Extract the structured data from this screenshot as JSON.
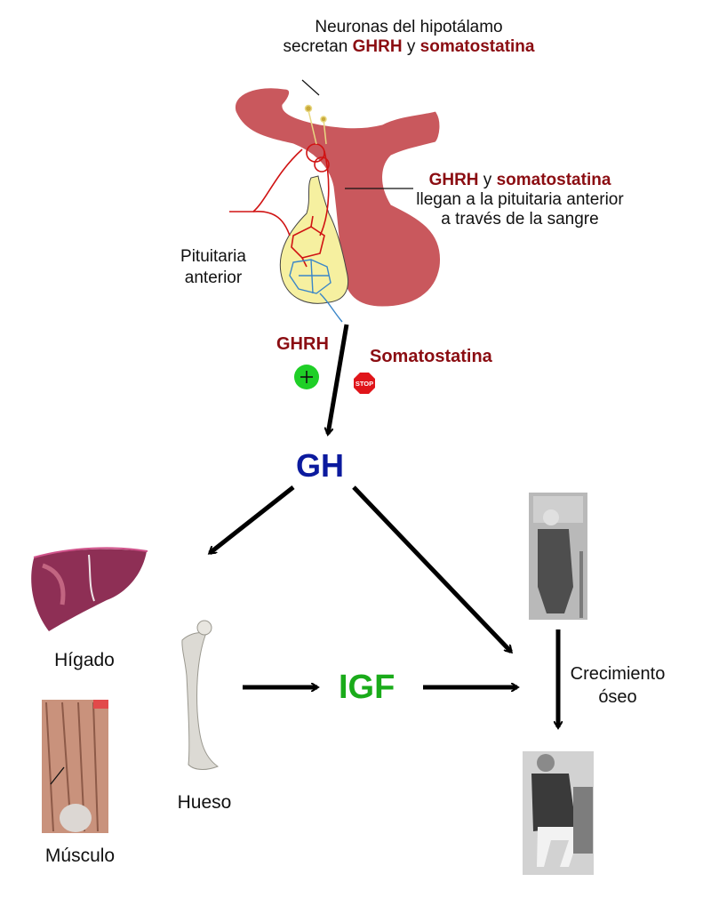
{
  "colors": {
    "hormone_red": "#8b0d12",
    "gh_blue": "#0b1a9e",
    "igf_green": "#1aab1a",
    "plus_green": "#1fcf27",
    "stop_red": "#e0151a",
    "gland_pink": "#c9585d",
    "gland_yellow": "#f6f0a0"
  },
  "top_note": {
    "line1": "Neuronas del hipotálamo",
    "line2_pre": "secretan ",
    "line2_h1": "GHRH",
    "line2_mid": " y ",
    "line2_h2": "somatostatina"
  },
  "side_note": {
    "line1_h1": "GHRH",
    "line1_mid": " y ",
    "line1_h2": "somatostatina",
    "line2": "llegan a la pituitaria anterior",
    "line3": "a través de la sangre"
  },
  "pituitary_label": {
    "line1": "Pituitaria",
    "line2": "anterior"
  },
  "regulators": {
    "ghrh": "GHRH",
    "plus_symbol": "+",
    "somatostatina": "Somatostatina",
    "stop_text": "STOP"
  },
  "gh": "GH",
  "igf": "IGF",
  "organs": {
    "liver": "Hígado",
    "muscle": "Músculo",
    "bone": "Hueso"
  },
  "growth": {
    "line1": "Crecimiento",
    "line2": "óseo"
  }
}
